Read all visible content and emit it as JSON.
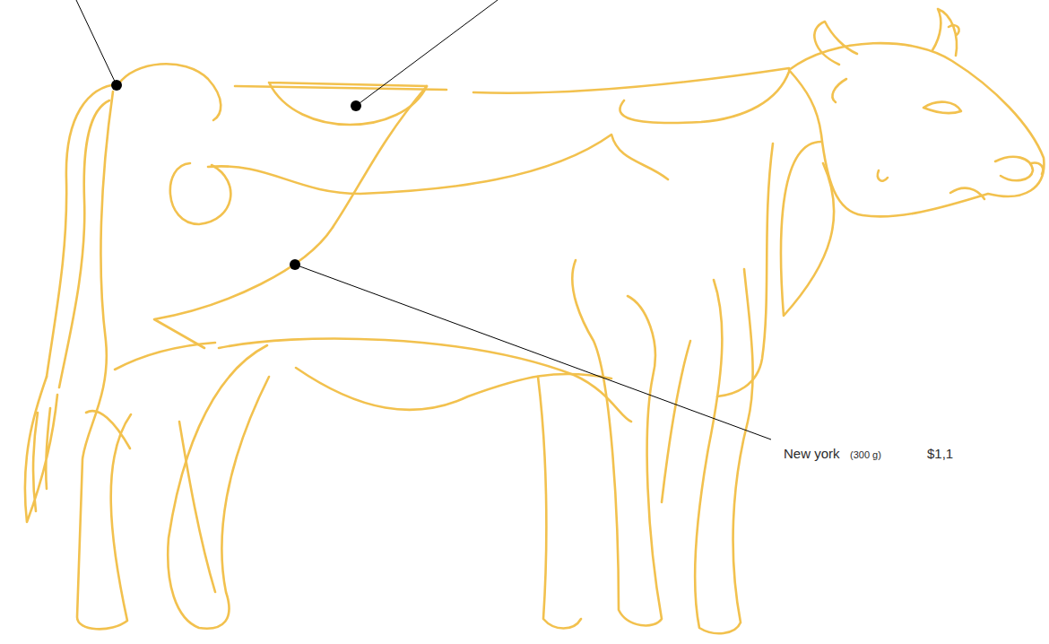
{
  "diagram": {
    "labels": [
      "New york",
      "(300 g)",
      "$1,1"
    ]
  }
}
